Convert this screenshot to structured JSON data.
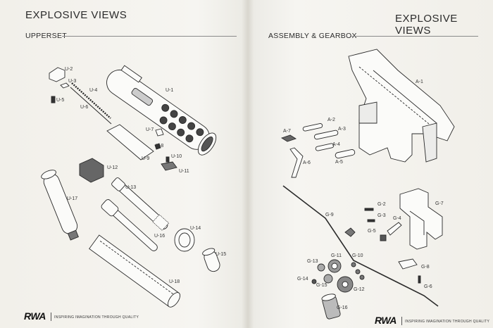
{
  "left_page": {
    "title": "EXPLOSIVE VIEWS",
    "section": "UPPERSET",
    "part_labels": [
      "U-1",
      "U-2",
      "U-3",
      "U-4",
      "U-5",
      "U-6",
      "U-7",
      "U-8",
      "U-9",
      "U-10",
      "U-11",
      "U-12",
      "U-13",
      "U-14",
      "U-15",
      "U-16",
      "U-17",
      "U-18"
    ],
    "footer": {
      "logo": "RWA",
      "tagline": "INSPIRING IMAGINATION THROUGH QUALITY"
    }
  },
  "right_page": {
    "title": "EXPLOSIVE VIEWS",
    "section": "ASSEMBLY & GEARBOX",
    "part_labels": [
      "A-1",
      "A-2",
      "A-3",
      "A-4",
      "A-5",
      "A-6",
      "A-7",
      "G-2",
      "G-3",
      "G-4",
      "G-5",
      "G-6",
      "G-7",
      "G-8",
      "G-9",
      "G-10",
      "G-11",
      "G-12",
      "G-13",
      "G-14",
      "G-15",
      "G-16"
    ],
    "footer": {
      "logo": "RWA",
      "tagline": "INSPIRING IMAGINATION THROUGH QUALITY"
    }
  },
  "colors": {
    "paper": "#f5f4f0",
    "ink": "#2b2b2b",
    "rule": "#8a8a8a"
  }
}
